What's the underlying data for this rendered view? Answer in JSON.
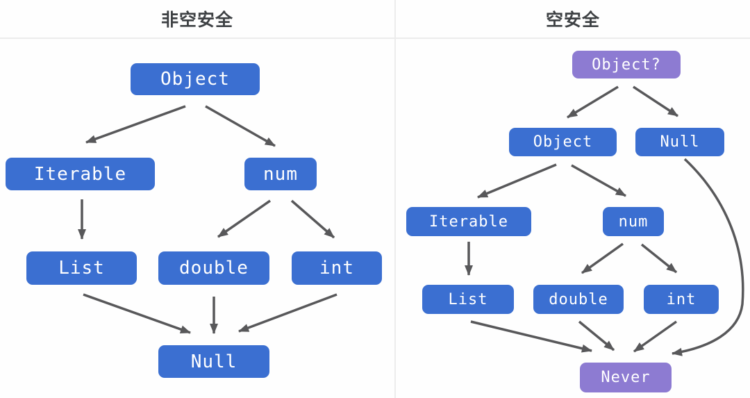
{
  "diagram": {
    "left_panel": {
      "title": "非空安全",
      "nodes": {
        "object": {
          "label": "Object"
        },
        "iterable": {
          "label": "Iterable"
        },
        "num": {
          "label": "num"
        },
        "list": {
          "label": "List"
        },
        "double": {
          "label": "double"
        },
        "int": {
          "label": "int"
        },
        "null": {
          "label": "Null"
        }
      },
      "edges": [
        {
          "from": "Object",
          "to": "Iterable"
        },
        {
          "from": "Object",
          "to": "num"
        },
        {
          "from": "Iterable",
          "to": "List"
        },
        {
          "from": "num",
          "to": "double"
        },
        {
          "from": "num",
          "to": "int"
        },
        {
          "from": "List",
          "to": "Null"
        },
        {
          "from": "double",
          "to": "Null"
        },
        {
          "from": "int",
          "to": "Null"
        }
      ]
    },
    "right_panel": {
      "title": "空安全",
      "nodes": {
        "object_nullable": {
          "label": "Object?"
        },
        "object": {
          "label": "Object"
        },
        "null": {
          "label": "Null"
        },
        "iterable": {
          "label": "Iterable"
        },
        "num": {
          "label": "num"
        },
        "list": {
          "label": "List"
        },
        "double": {
          "label": "double"
        },
        "int": {
          "label": "int"
        },
        "never": {
          "label": "Never"
        }
      },
      "edges": [
        {
          "from": "Object?",
          "to": "Object"
        },
        {
          "from": "Object?",
          "to": "Null"
        },
        {
          "from": "Object",
          "to": "Iterable"
        },
        {
          "from": "Object",
          "to": "num"
        },
        {
          "from": "Iterable",
          "to": "List"
        },
        {
          "from": "num",
          "to": "double"
        },
        {
          "from": "num",
          "to": "int"
        },
        {
          "from": "List",
          "to": "Never"
        },
        {
          "from": "double",
          "to": "Never"
        },
        {
          "from": "int",
          "to": "Never"
        },
        {
          "from": "Null",
          "to": "Never"
        }
      ]
    },
    "colors": {
      "node_blue": "#3b6fd1",
      "node_purple": "#8d7bd2",
      "node_text": "#ffffff",
      "arrow": "#58585a",
      "title_text": "#3d4043",
      "divider": "#ececec",
      "background": "#fefefe"
    }
  }
}
